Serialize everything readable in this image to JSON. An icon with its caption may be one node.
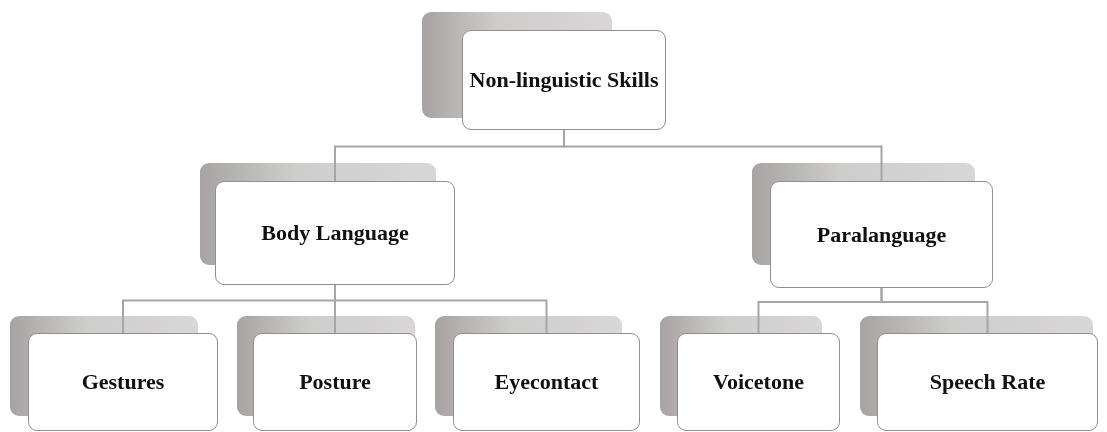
{
  "diagram": {
    "nodes": [
      {
        "text": [
          "Non-linguistic Skills"
        ]
      },
      {
        "text": [
          "Body Language"
        ]
      },
      {
        "text": [
          "Paralanguage"
        ]
      },
      {
        "text": [
          "Gestures"
        ]
      },
      {
        "text": [
          "Posture"
        ]
      },
      {
        "text": [
          "Eyecontact"
        ]
      },
      {
        "text": [
          "Voicetone"
        ]
      },
      {
        "text": [
          "Speech Rate"
        ]
      }
    ],
    "edges": [
      {
        "from": 0,
        "to": 1,
        "arrow": "none"
      },
      {
        "from": 0,
        "to": 2,
        "arrow": "none"
      },
      {
        "from": 1,
        "to": 3,
        "arrow": "none"
      },
      {
        "from": 1,
        "to": 4,
        "arrow": "none"
      },
      {
        "from": 1,
        "to": 5,
        "arrow": "none"
      },
      {
        "from": 2,
        "to": 6,
        "arrow": "none"
      },
      {
        "from": 2,
        "to": 7,
        "arrow": "none"
      }
    ]
  }
}
